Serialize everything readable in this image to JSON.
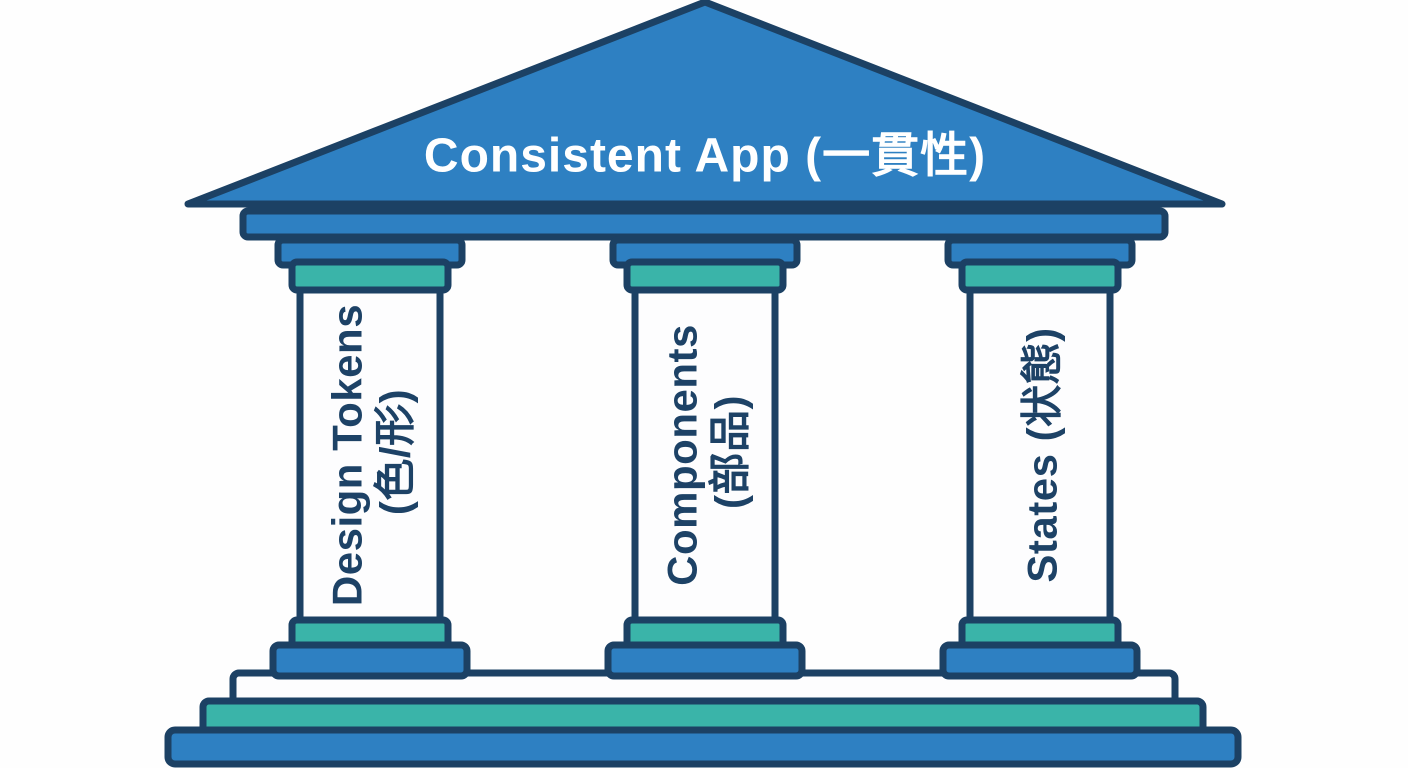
{
  "diagram": {
    "title": "Consistent App (一貫性)",
    "pillars": [
      {
        "id": "design-tokens",
        "line1": "Design Tokens",
        "line2": "(色/形)"
      },
      {
        "id": "components",
        "line1": "Components",
        "line2": "(部品)"
      },
      {
        "id": "states",
        "line1": "States (状態)",
        "line2": ""
      }
    ],
    "colors": {
      "roof_blue": "#2e80c2",
      "accent_teal": "#3ab4a9",
      "outline_navy": "#1c4164",
      "pillar_white": "#fdfdfe",
      "title_text": "#ffffff",
      "pillar_text": "#1d4266"
    }
  }
}
